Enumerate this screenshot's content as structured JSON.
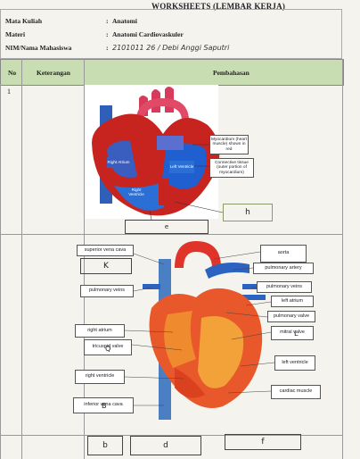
{
  "worksheet": {
    "title": "WORKSHEETS (LEMBAR KERJA)",
    "rows": [
      {
        "label": "Mata Kuliah",
        "colon": ":",
        "value": "Anatomi"
      },
      {
        "label": "Materi",
        "colon": ":",
        "value": "Anatomi Cardiovaskuler"
      },
      {
        "label": "NIM/Nama Mahasiswa",
        "colon": ":",
        "value": "2101011 26 / Debi Anggi Saputri"
      }
    ],
    "table_headers": {
      "no": "No",
      "keterangan": "Keterangan",
      "pembahasan": "Pembahasan"
    },
    "row_number": "1"
  },
  "diagram1": {
    "labels": [
      {
        "id": "myocardium",
        "text": "Myocardium (heart muscle) shown in red"
      },
      {
        "id": "connective",
        "text": "Connective tissue (outer portion of myocardium)"
      },
      {
        "id": "left-ventricle",
        "text": "Left Ventricle"
      },
      {
        "id": "right-ventricle",
        "text": "Right Ventricle"
      },
      {
        "id": "right-atrium",
        "text": "Right Atrium"
      }
    ],
    "answers": {
      "h": "h",
      "e": "e"
    }
  },
  "diagram2": {
    "labels": [
      {
        "id": "svc",
        "text": "superior vena cava"
      },
      {
        "id": "aorta",
        "text": "aorta"
      },
      {
        "id": "pulm-artery",
        "text": "pulmonary artery"
      },
      {
        "id": "pulm-veins-r",
        "text": "pulmonary veins"
      },
      {
        "id": "pulm-veins-l",
        "text": "pulmonary veins"
      },
      {
        "id": "left-atrium",
        "text": "left atrium"
      },
      {
        "id": "pulm-valve",
        "text": "pulmonary valve"
      },
      {
        "id": "right-atrium",
        "text": "right atrium"
      },
      {
        "id": "mitral",
        "text": "mitral valve"
      },
      {
        "id": "tricuspid",
        "text": "tricuspid valve"
      },
      {
        "id": "left-ventricle",
        "text": "left ventricle"
      },
      {
        "id": "right-ventricle",
        "text": "right ventricle"
      },
      {
        "id": "cardiac-muscle",
        "text": "cardiac muscle"
      },
      {
        "id": "ivc",
        "text": "inferior vena cava"
      }
    ],
    "handwritten": {
      "K": "K",
      "L": "L",
      "Q": "Q",
      "B": "B"
    },
    "bottom": {
      "b": "b",
      "d": "d",
      "f": "f"
    }
  }
}
